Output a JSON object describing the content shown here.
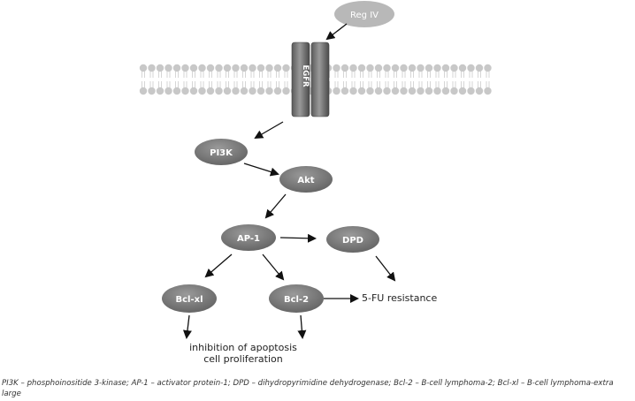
{
  "diagram": {
    "receptor_label": "EGFR",
    "ligand_label": "Reg IV",
    "nodes": {
      "pi3k": "PI3K",
      "akt": "Akt",
      "ap1": "AP-1",
      "dpd": "DPD",
      "bclxl": "Bcl-xl",
      "bcl2": "Bcl-2"
    },
    "outcomes": {
      "fu_resistance": "5-FU resistance",
      "apoptosis_line1": "inhibition of apoptosis",
      "apoptosis_line2": "cell proliferation"
    },
    "colors": {
      "node_fill": "#7a7a7a",
      "ligand_fill": "#b8b8b8",
      "membrane": "#c8c8c8",
      "arrow": "#111111"
    }
  },
  "caption": "PI3K – phosphoinositide 3-kinase; AP-1 – activator protein-1; DPD – dihydropyrimidine dehydrogenase; Bcl-2 – B-cell lymphoma-2; Bcl-xl – B-cell lymphoma-extra large"
}
